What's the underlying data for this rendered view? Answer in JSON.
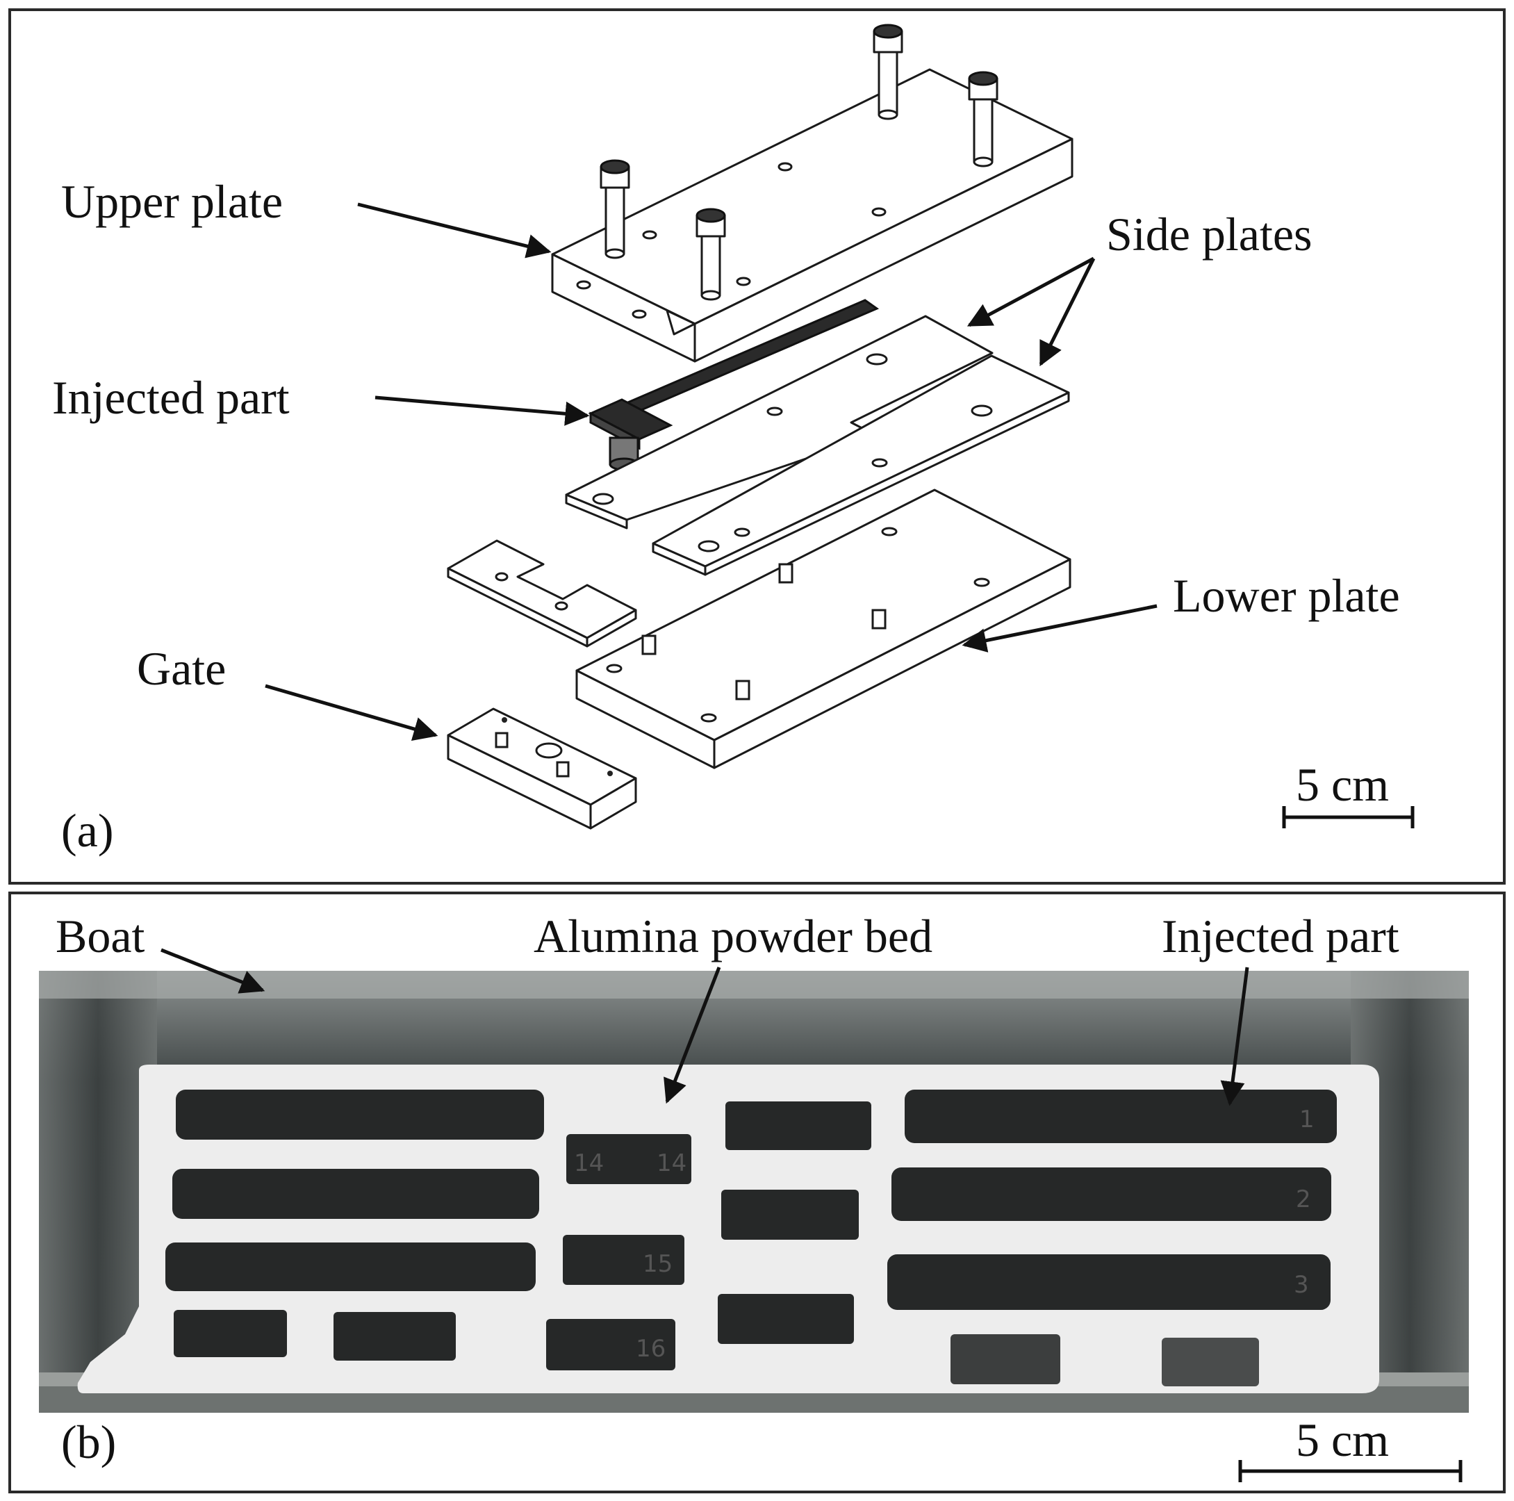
{
  "panel_a": {
    "tag": "(a)",
    "labels": {
      "upper_plate": "Upper plate",
      "side_plates": "Side plates",
      "injected_part": "Injected part",
      "lower_plate": "Lower plate",
      "gate": "Gate"
    },
    "scale_bar": "5 cm"
  },
  "panel_b": {
    "tag": "(b)",
    "labels": {
      "boat": "Boat",
      "alumina_powder_bed": "Alumina powder bed",
      "injected_part": "Injected part"
    },
    "sample_numbers": [
      "14",
      "14",
      "15",
      "16",
      "1",
      "2",
      "3"
    ],
    "scale_bar": "5 cm"
  },
  "colors": {
    "border": "#2a2a2a",
    "boat_wall": "#4a4f4f",
    "powder_bed": "#eeeeee",
    "sample": "#262828"
  }
}
